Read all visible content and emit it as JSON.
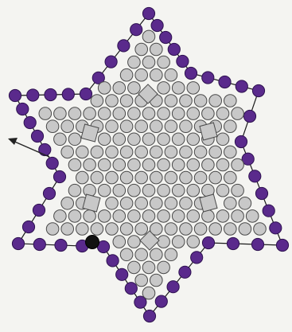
{
  "diagram": {
    "kind": "beadwork-star-pattern",
    "colors": {
      "background": "#f4f4f1",
      "outline_bead": "#5a2a8c",
      "outline_bead_stroke": "#2e1250",
      "thread": "#1a1a1a",
      "inner_bead": "#c8c8c8",
      "inner_bead_stroke": "#4a4a4a",
      "start_bead": "#111111",
      "arrow": "#222222"
    },
    "bead_groups": {
      "outline_beads": "purple",
      "round_beads": "grey-round",
      "square_beads": "grey-square",
      "diamond_beads": "grey-diamond",
      "start_bead": "black"
    },
    "arrow": {
      "direction": "up-left",
      "icon": "arrow-icon"
    }
  }
}
